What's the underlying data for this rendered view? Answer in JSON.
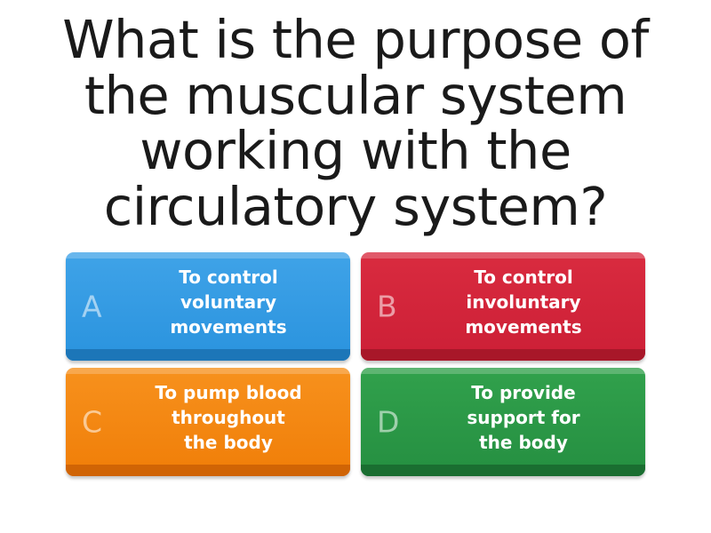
{
  "question": {
    "text": "What is the purpose of the muscular system working with the circulatory system?"
  },
  "answers": [
    {
      "letter": "A",
      "text": "To control\nvoluntary\nmovements",
      "color": "#2a93de",
      "edge_color": "#1c76b8"
    },
    {
      "letter": "B",
      "text": "To control\ninvoluntary\nmovements",
      "color": "#d92b3f",
      "edge_color": "#a81729"
    },
    {
      "letter": "C",
      "text": "To pump blood\nthroughout\nthe body",
      "color": "#f7911d",
      "edge_color": "#d06405"
    },
    {
      "letter": "D",
      "text": "To provide\nsupport for\nthe body",
      "color": "#31a14c",
      "edge_color": "#1a6e31"
    }
  ],
  "theme": {
    "background": "#ffffff",
    "question_color": "#1a1a1a",
    "answer_text_color": "#ffffff",
    "letter_color": "rgba(255,255,255,0.55)"
  }
}
